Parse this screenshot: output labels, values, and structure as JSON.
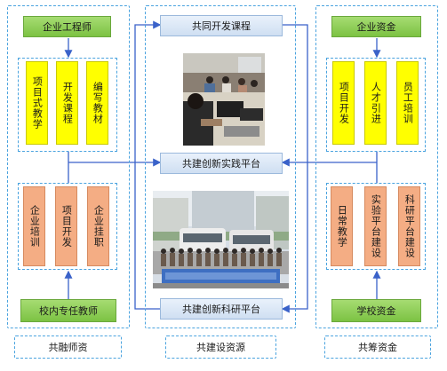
{
  "left": {
    "top_label": "企业工程师",
    "upper_items": [
      "项目式教学",
      "开发课程",
      "编写教材"
    ],
    "lower_items": [
      "企业培训",
      "项目开发",
      "企业挂职"
    ],
    "bottom_label": "校内专任教师",
    "footer": "共融师资"
  },
  "middle": {
    "course": "共同开发课程",
    "practice": "共建创新实践平台",
    "research": "共建创新科研平台",
    "footer": "共建设资源"
  },
  "right": {
    "top_label": "企业资金",
    "upper_items": [
      "项目开发",
      "人才引进",
      "员工培训"
    ],
    "lower_items": [
      "日常教学",
      "实验平台建设",
      "科研平台建设"
    ],
    "bottom_label": "学校资金",
    "footer": "共筹资金"
  },
  "colors": {
    "dash": "#4aa3df",
    "arrow": "#3a62c9",
    "green": "#7cc243",
    "blue_box": "#cfdff2",
    "yellow": "#ffff00",
    "salmon": "#f4ad84"
  }
}
